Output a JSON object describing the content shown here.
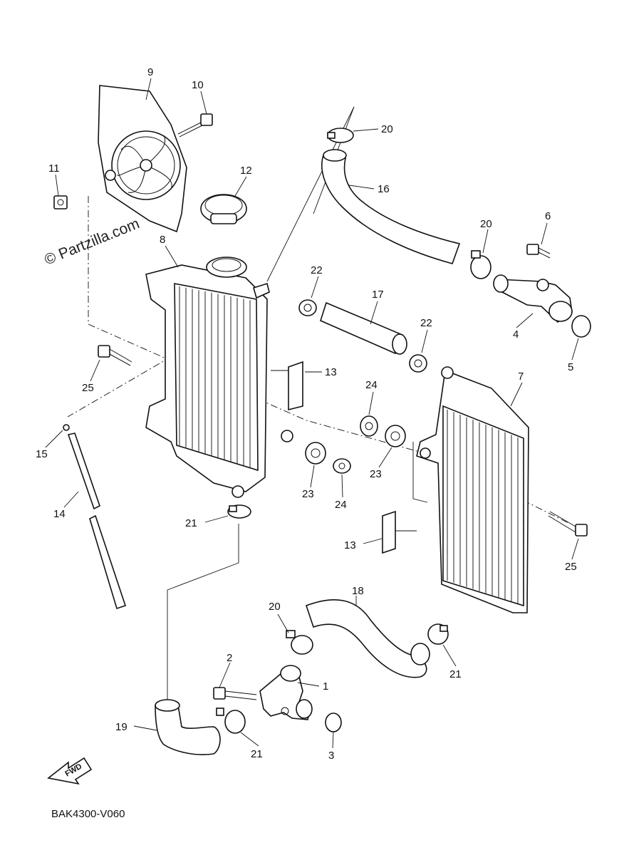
{
  "watermark": "© Partzilla.com",
  "diagram_code": "BAK4300-V060",
  "fwd_label": "FWD",
  "callouts": [
    {
      "id": "c9",
      "text": "9"
    },
    {
      "id": "c10",
      "text": "10"
    },
    {
      "id": "c11",
      "text": "11"
    },
    {
      "id": "c12",
      "text": "12"
    },
    {
      "id": "c8",
      "text": "8"
    },
    {
      "id": "c20a",
      "text": "20"
    },
    {
      "id": "c16",
      "text": "16"
    },
    {
      "id": "c20b",
      "text": "20"
    },
    {
      "id": "c6",
      "text": "6"
    },
    {
      "id": "c22a",
      "text": "22"
    },
    {
      "id": "c17",
      "text": "17"
    },
    {
      "id": "c22b",
      "text": "22"
    },
    {
      "id": "c4",
      "text": "4"
    },
    {
      "id": "c5",
      "text": "5"
    },
    {
      "id": "c13a",
      "text": "13"
    },
    {
      "id": "c7",
      "text": "7"
    },
    {
      "id": "c25a",
      "text": "25"
    },
    {
      "id": "c24a",
      "text": "24"
    },
    {
      "id": "c15",
      "text": "15"
    },
    {
      "id": "c23a",
      "text": "23"
    },
    {
      "id": "c23b",
      "text": "23"
    },
    {
      "id": "c24b",
      "text": "24"
    },
    {
      "id": "c14",
      "text": "14"
    },
    {
      "id": "c21a",
      "text": "21"
    },
    {
      "id": "c13b",
      "text": "13"
    },
    {
      "id": "c25b",
      "text": "25"
    },
    {
      "id": "c18",
      "text": "18"
    },
    {
      "id": "c20c",
      "text": "20"
    },
    {
      "id": "c2",
      "text": "2"
    },
    {
      "id": "c1",
      "text": "1"
    },
    {
      "id": "c21b",
      "text": "21"
    },
    {
      "id": "c19",
      "text": "19"
    },
    {
      "id": "c21c",
      "text": "21"
    },
    {
      "id": "c3",
      "text": "3"
    }
  ]
}
